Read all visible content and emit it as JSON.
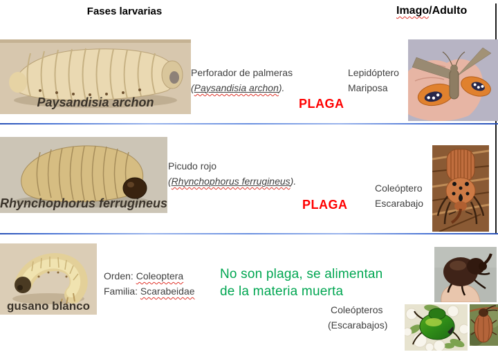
{
  "header": {
    "left": "Fases larvarias",
    "right_word": "Imago",
    "right_rest": "/Adulto"
  },
  "row1": {
    "larva_label": "Paysandisia archon",
    "desc_line1": "Perforador de palmeras",
    "paren_open": "(",
    "species": "Paysandisia archon",
    "paren_close": ").",
    "status": "PLAGA",
    "adult_line1": "Lepidóptero",
    "adult_line2": "Mariposa"
  },
  "row2": {
    "larva_label": "Rhynchophorus ferrugineus",
    "desc_line1": "Picudo rojo",
    "paren_open": "(",
    "species": "Rhynchophorus ferrugineus",
    "paren_close": ").",
    "status": "PLAGA",
    "adult_line1": "Coleóptero",
    "adult_line2": "Escarabajo"
  },
  "row3": {
    "larva_label": "gusano blanco",
    "orden_label": "Orden: ",
    "orden_value": "Coleoptera",
    "familia_label": "Familia: ",
    "familia_value": "Scarabeidae",
    "note_line1": "No son plaga, se alimentan",
    "note_line2": "de la materia muerta",
    "adult_line1": "Coleópteros",
    "adult_line2": "(Escarabajos)"
  },
  "colors": {
    "plaga_red": "#FF0000",
    "note_green": "#00A651",
    "divider_blue": "#3A66C8",
    "squiggle_red": "#E0342A",
    "right_border_dark": "#1A1A1A",
    "text_dark": "#3F3F3F"
  }
}
